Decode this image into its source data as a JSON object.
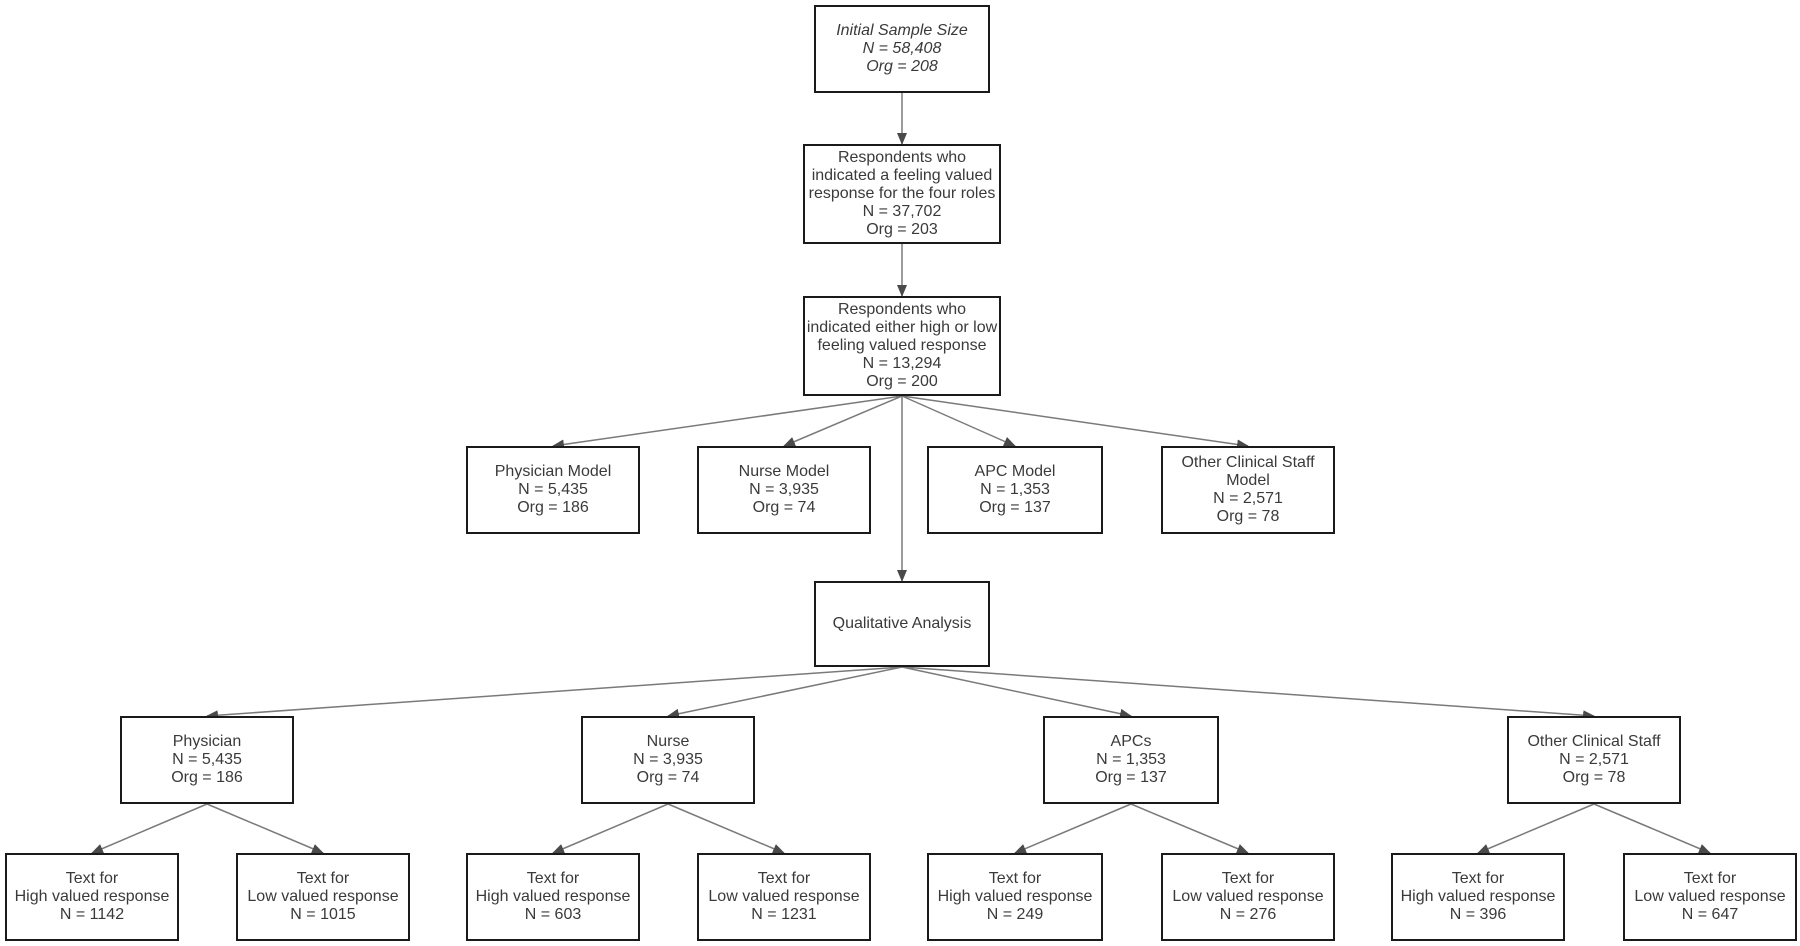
{
  "nodes": {
    "initial": {
      "lines": [
        "Initial Sample Size",
        "N = 58,408",
        "Org = 208"
      ]
    },
    "feeling": {
      "lines": [
        "Respondents who",
        "indicated a feeling valued",
        "response for the four roles",
        "N = 37,702",
        "Org = 203"
      ]
    },
    "highlow": {
      "lines": [
        "Respondents who",
        "indicated either high or low",
        "feeling valued response",
        "N = 13,294",
        "Org = 200"
      ]
    },
    "physmodel": {
      "lines": [
        "Physician Model",
        "N = 5,435",
        "Org = 186"
      ]
    },
    "nursemodel": {
      "lines": [
        "Nurse Model",
        "N = 3,935",
        "Org = 74"
      ]
    },
    "apcmodel": {
      "lines": [
        "APC Model",
        "N = 1,353",
        "Org = 137"
      ]
    },
    "othermodel": {
      "lines": [
        "Other Clinical Staff",
        "Model",
        "N = 2,571",
        "Org = 78"
      ]
    },
    "qual": {
      "lines": [
        "Qualitative Analysis"
      ]
    },
    "physician": {
      "lines": [
        "Physician",
        "N = 5,435",
        "Org = 186"
      ]
    },
    "nurse": {
      "lines": [
        "Nurse",
        "N = 3,935",
        "Org = 74"
      ]
    },
    "apcs": {
      "lines": [
        "APCs",
        "N = 1,353",
        "Org = 137"
      ]
    },
    "other": {
      "lines": [
        "Other Clinical Staff",
        "N = 2,571",
        "Org = 78"
      ]
    },
    "t1": {
      "lines": [
        "Text for",
        "High valued response",
        "N = 1142"
      ]
    },
    "t2": {
      "lines": [
        "Text for",
        "Low valued response",
        "N = 1015"
      ]
    },
    "t3": {
      "lines": [
        "Text for",
        "High valued response",
        "N = 603"
      ]
    },
    "t4": {
      "lines": [
        "Text for",
        "Low valued response",
        "N = 1231"
      ]
    },
    "t5": {
      "lines": [
        "Text for",
        "High valued response",
        "N = 249"
      ]
    },
    "t6": {
      "lines": [
        "Text for",
        "Low valued response",
        "N = 276"
      ]
    },
    "t7": {
      "lines": [
        "Text for",
        "High valued response",
        "N = 396"
      ]
    },
    "t8": {
      "lines": [
        "Text for",
        "Low valued response",
        "N = 647"
      ]
    }
  },
  "edges": [
    [
      "initial",
      "feeling"
    ],
    [
      "feeling",
      "highlow"
    ],
    [
      "highlow",
      "physmodel"
    ],
    [
      "highlow",
      "nursemodel"
    ],
    [
      "highlow",
      "apcmodel"
    ],
    [
      "highlow",
      "othermodel"
    ],
    [
      "highlow",
      "qual"
    ],
    [
      "qual",
      "physician"
    ],
    [
      "qual",
      "nurse"
    ],
    [
      "qual",
      "apcs"
    ],
    [
      "qual",
      "other"
    ],
    [
      "physician",
      "t1"
    ],
    [
      "physician",
      "t2"
    ],
    [
      "nurse",
      "t3"
    ],
    [
      "nurse",
      "t4"
    ],
    [
      "apcs",
      "t5"
    ],
    [
      "apcs",
      "t6"
    ],
    [
      "other",
      "t7"
    ],
    [
      "other",
      "t8"
    ]
  ],
  "colors": {
    "edge": "#7a7a7a",
    "box_border": "#1a1a1a",
    "text": "#3a3a3a"
  }
}
